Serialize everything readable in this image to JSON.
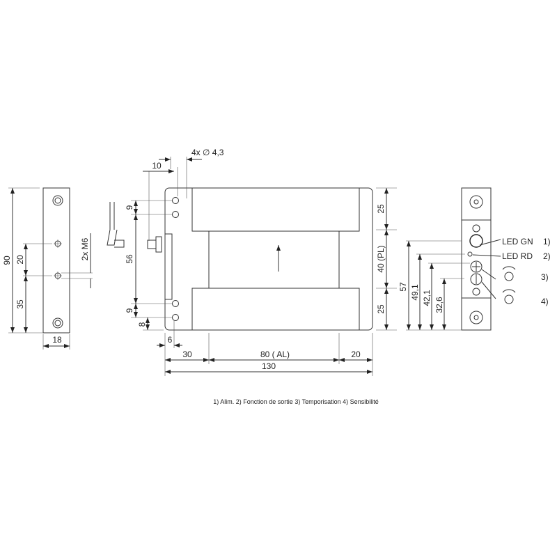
{
  "left_view": {
    "dim_height": "90",
    "dim_upper": "20",
    "dim_lower": "35",
    "dim_width": "18",
    "thread": "2x M6"
  },
  "front_view": {
    "holes": "4x ∅ 4,3",
    "dim_10": "10",
    "dim_9_top": "9",
    "dim_56": "56",
    "dim_9_bottom": "9",
    "dim_8": "8",
    "dim_6": "6",
    "dim_30": "30",
    "dim_80": "80  ( AL)",
    "dim_20": "20",
    "dim_130": "130",
    "dim_25_top": "25",
    "dim_40": "40  (PL)",
    "dim_25_bottom": "25"
  },
  "right_view": {
    "dim_57": "57",
    "dim_49": "49,1",
    "dim_42": "42,1",
    "dim_32": "32,6",
    "led_gn": "LED GN",
    "led_rd": "LED RD",
    "n1": "1)",
    "n2": "2)",
    "n3": "3)",
    "n4": "4)"
  },
  "caption": "1) Alim.  2) Fonction de sortie  3) Temporisation  4) Sensibilité"
}
